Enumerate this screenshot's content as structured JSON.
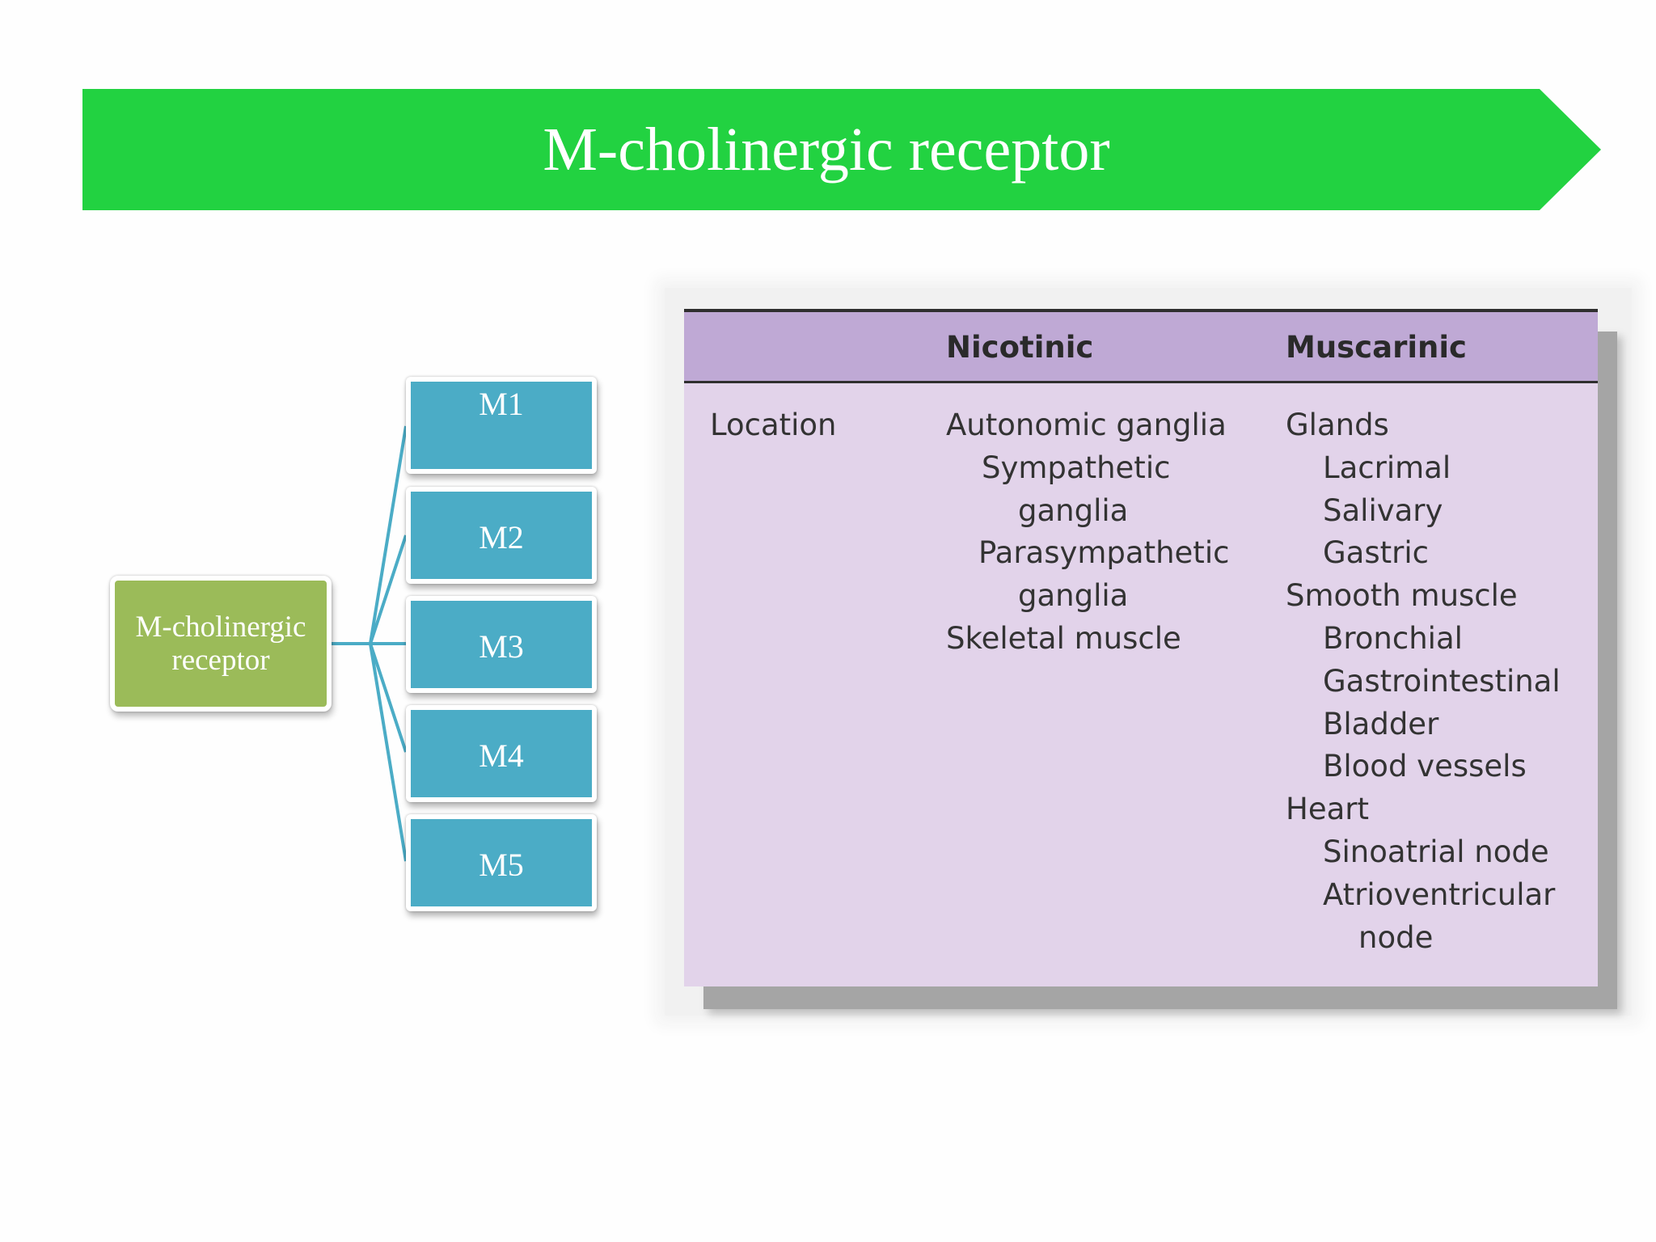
{
  "title": "M-cholinergic receptor",
  "colors": {
    "banner": "#22d241",
    "root_node": "#9bbb59",
    "child_node": "#4bacc6",
    "connector": "#4bacc6",
    "table_header": "#bfa9d5",
    "table_body": "#e2d3ea"
  },
  "diagram": {
    "root": "M-cholinergic receptor",
    "children": [
      "M1",
      "M2",
      "M3",
      "M4",
      "M5"
    ]
  },
  "table": {
    "headers": [
      "",
      "Nicotinic",
      "Muscarinic"
    ],
    "row_label": "Location",
    "nicotinic": [
      "Autonomic ganglia",
      "Sympathetic",
      "ganglia",
      "Parasympathetic",
      "ganglia",
      "Skeletal muscle"
    ],
    "muscarinic": [
      "Glands",
      "Lacrimal",
      "Salivary",
      "Gastric",
      "Smooth muscle",
      "Bronchial",
      "Gastrointestinal",
      "Bladder",
      "Blood vessels",
      "Heart",
      "Sinoatrial node",
      "Atrioventricular",
      "node"
    ]
  }
}
